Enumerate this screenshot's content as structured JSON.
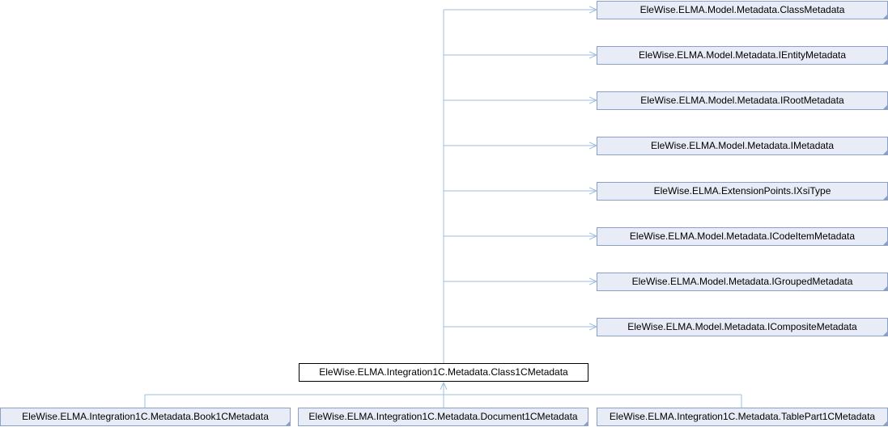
{
  "colors": {
    "edge": "#9bbfe0",
    "box_fill": "#e8ecf6",
    "box_border": "#8c9fc4",
    "current_border": "#000000"
  },
  "current_class": "EleWise.ELMA.Integration1C.Metadata.Class1CMetadata",
  "base_types": [
    "EleWise.ELMA.Model.Metadata.ClassMetadata",
    "EleWise.ELMA.Model.Metadata.IEntityMetadata",
    "EleWise.ELMA.Model.Metadata.IRootMetadata",
    "EleWise.ELMA.Model.Metadata.IMetadata",
    "EleWise.ELMA.ExtensionPoints.IXsiType",
    "EleWise.ELMA.Model.Metadata.ICodeItemMetadata",
    "EleWise.ELMA.Model.Metadata.IGroupedMetadata",
    "EleWise.ELMA.Model.Metadata.ICompositeMetadata"
  ],
  "derived_types": [
    "EleWise.ELMA.Integration1C.Metadata.Book1CMetadata",
    "EleWise.ELMA.Integration1C.Metadata.Document1CMetadata",
    "EleWise.ELMA.Integration1C.Metadata.TablePart1CMetadata"
  ]
}
